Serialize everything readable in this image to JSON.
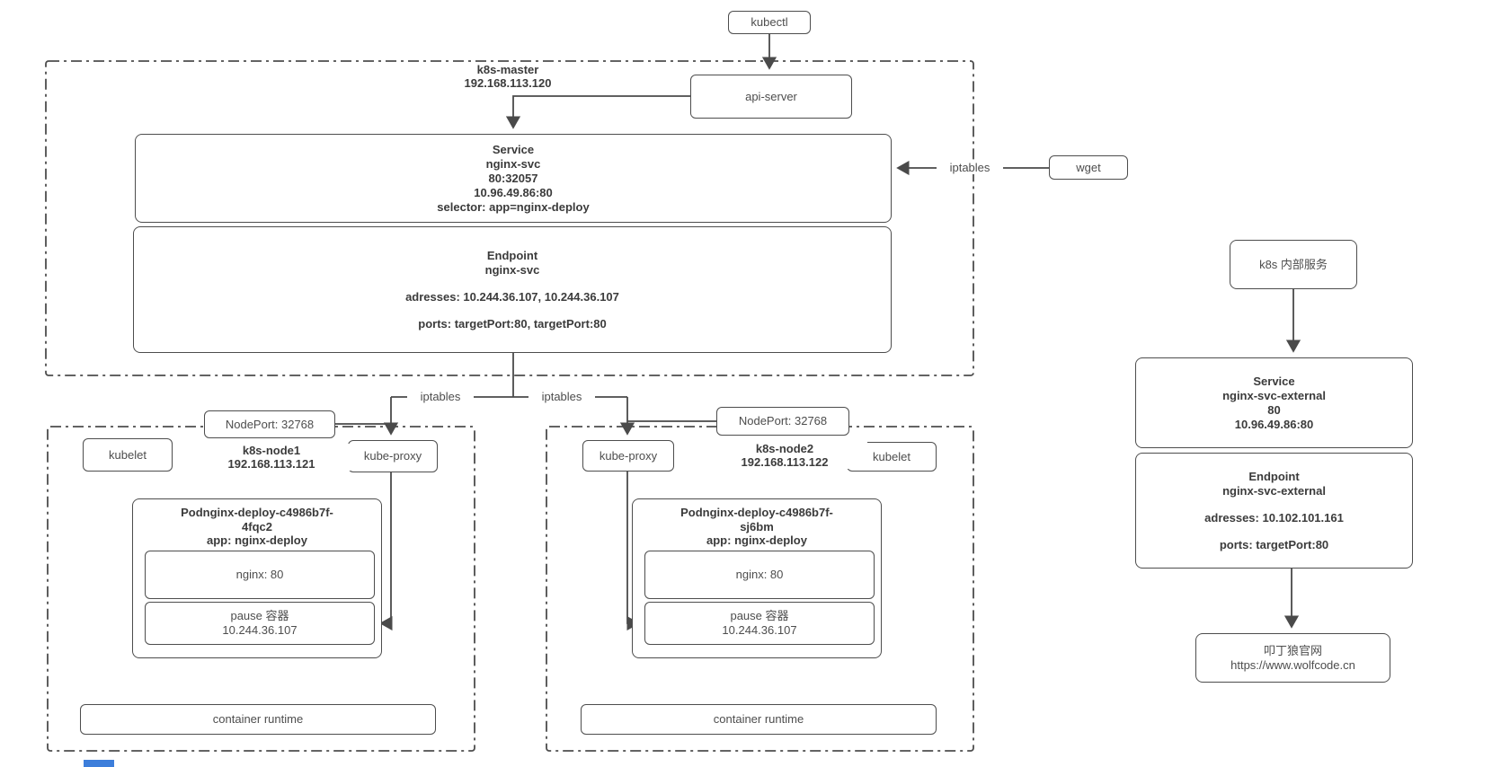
{
  "diagram": {
    "kubectl": "kubectl",
    "api_server": "api-server",
    "wget": "wget",
    "iptables": "iptables",
    "master": {
      "name": "k8s-master",
      "ip": "192.168.113.120",
      "service": {
        "title": "Service",
        "name": "nginx-svc",
        "port": "80:32057",
        "cluster_ip": "10.96.49.86:80",
        "selector": "selector: app=nginx-deploy"
      },
      "endpoint": {
        "title": "Endpoint",
        "name": "nginx-svc",
        "addresses": "adresses: 10.244.36.107, 10.244.36.107",
        "ports": "ports: targetPort:80, targetPort:80"
      }
    },
    "node1": {
      "name": "k8s-node1",
      "ip": "192.168.113.121",
      "nodeport": "NodePort: 32768",
      "kubelet": "kubelet",
      "kube_proxy": "kube-proxy",
      "pod": {
        "title_line1": "Podnginx-deploy-c4986b7f-",
        "title_line2": "4fqc2",
        "app": "app: nginx-deploy",
        "nginx": "nginx: 80",
        "pause_line1": "pause 容器",
        "pause_line2": "10.244.36.107"
      },
      "container_runtime": "container runtime"
    },
    "node2": {
      "name": "k8s-node2",
      "ip": "192.168.113.122",
      "nodeport": "NodePort: 32768",
      "kubelet": "kubelet",
      "kube_proxy": "kube-proxy",
      "pod": {
        "title_line1": "Podnginx-deploy-c4986b7f-",
        "title_line2": "sj6bm",
        "app": "app: nginx-deploy",
        "nginx": "nginx: 80",
        "pause_line1": "pause 容器",
        "pause_line2": "10.244.36.107"
      },
      "container_runtime": "container runtime"
    },
    "external": {
      "internal_service": "k8s 内部服务",
      "service": {
        "title": "Service",
        "name": "nginx-svc-external",
        "port": "80",
        "cluster_ip": "10.96.49.86:80"
      },
      "endpoint": {
        "title": "Endpoint",
        "name": "nginx-svc-external",
        "addresses": "adresses: 10.102.101.161",
        "ports": "ports: targetPort:80"
      },
      "website": {
        "line1": "叩丁狼官网",
        "line2": "https://www.wolfcode.cn"
      }
    }
  }
}
